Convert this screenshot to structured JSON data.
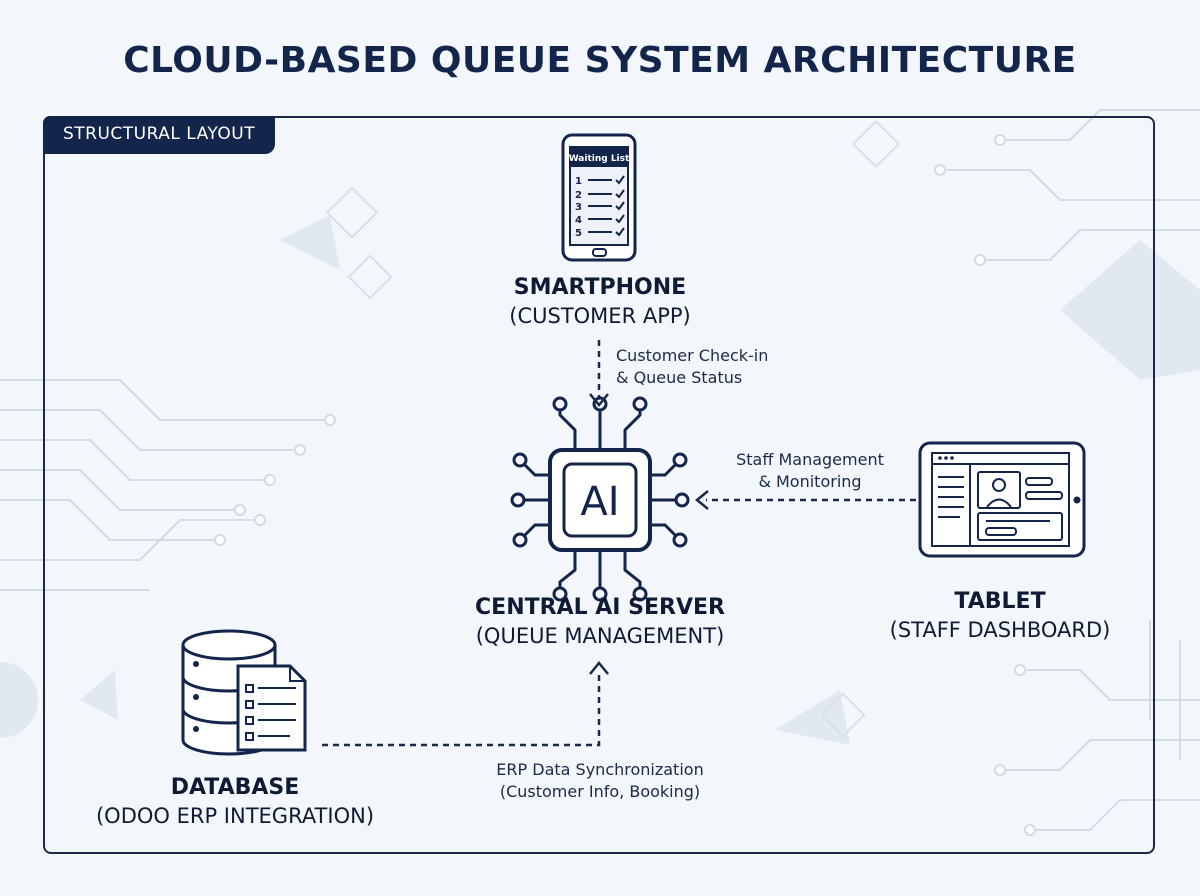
{
  "title": "CLOUD-BASED QUEUE SYSTEM ARCHITECTURE",
  "frame_label": "STRUCTURAL LAYOUT",
  "nodes": {
    "smartphone": {
      "name": "SMARTPHONE",
      "subtitle": "(CUSTOMER APP)",
      "screen_title": "Waiting List",
      "list_numbers": [
        "1",
        "2",
        "3",
        "4",
        "5"
      ]
    },
    "server": {
      "name": "CENTRAL AI SERVER",
      "subtitle": "(QUEUE MANAGEMENT)",
      "chip_text": "AI"
    },
    "tablet": {
      "name": "TABLET",
      "subtitle": "(STAFF DASHBOARD)"
    },
    "database": {
      "name": "DATABASE",
      "subtitle": "(ODOO ERP INTEGRATION)"
    }
  },
  "edges": [
    {
      "from": "smartphone",
      "to": "server",
      "label_lines": [
        "Customer Check-in",
        "& Queue Status"
      ]
    },
    {
      "from": "tablet",
      "to": "server",
      "label_lines": [
        "Staff Management",
        "& Monitoring"
      ]
    },
    {
      "from": "database",
      "to": "server",
      "label_lines": [
        "ERP Data Synchronization",
        "(Customer Info, Booking)"
      ]
    }
  ],
  "colors": {
    "navy": "#13254a",
    "line": "#1b2a4a",
    "background": "#f3f6fa",
    "decoration": "#d5dde8"
  }
}
